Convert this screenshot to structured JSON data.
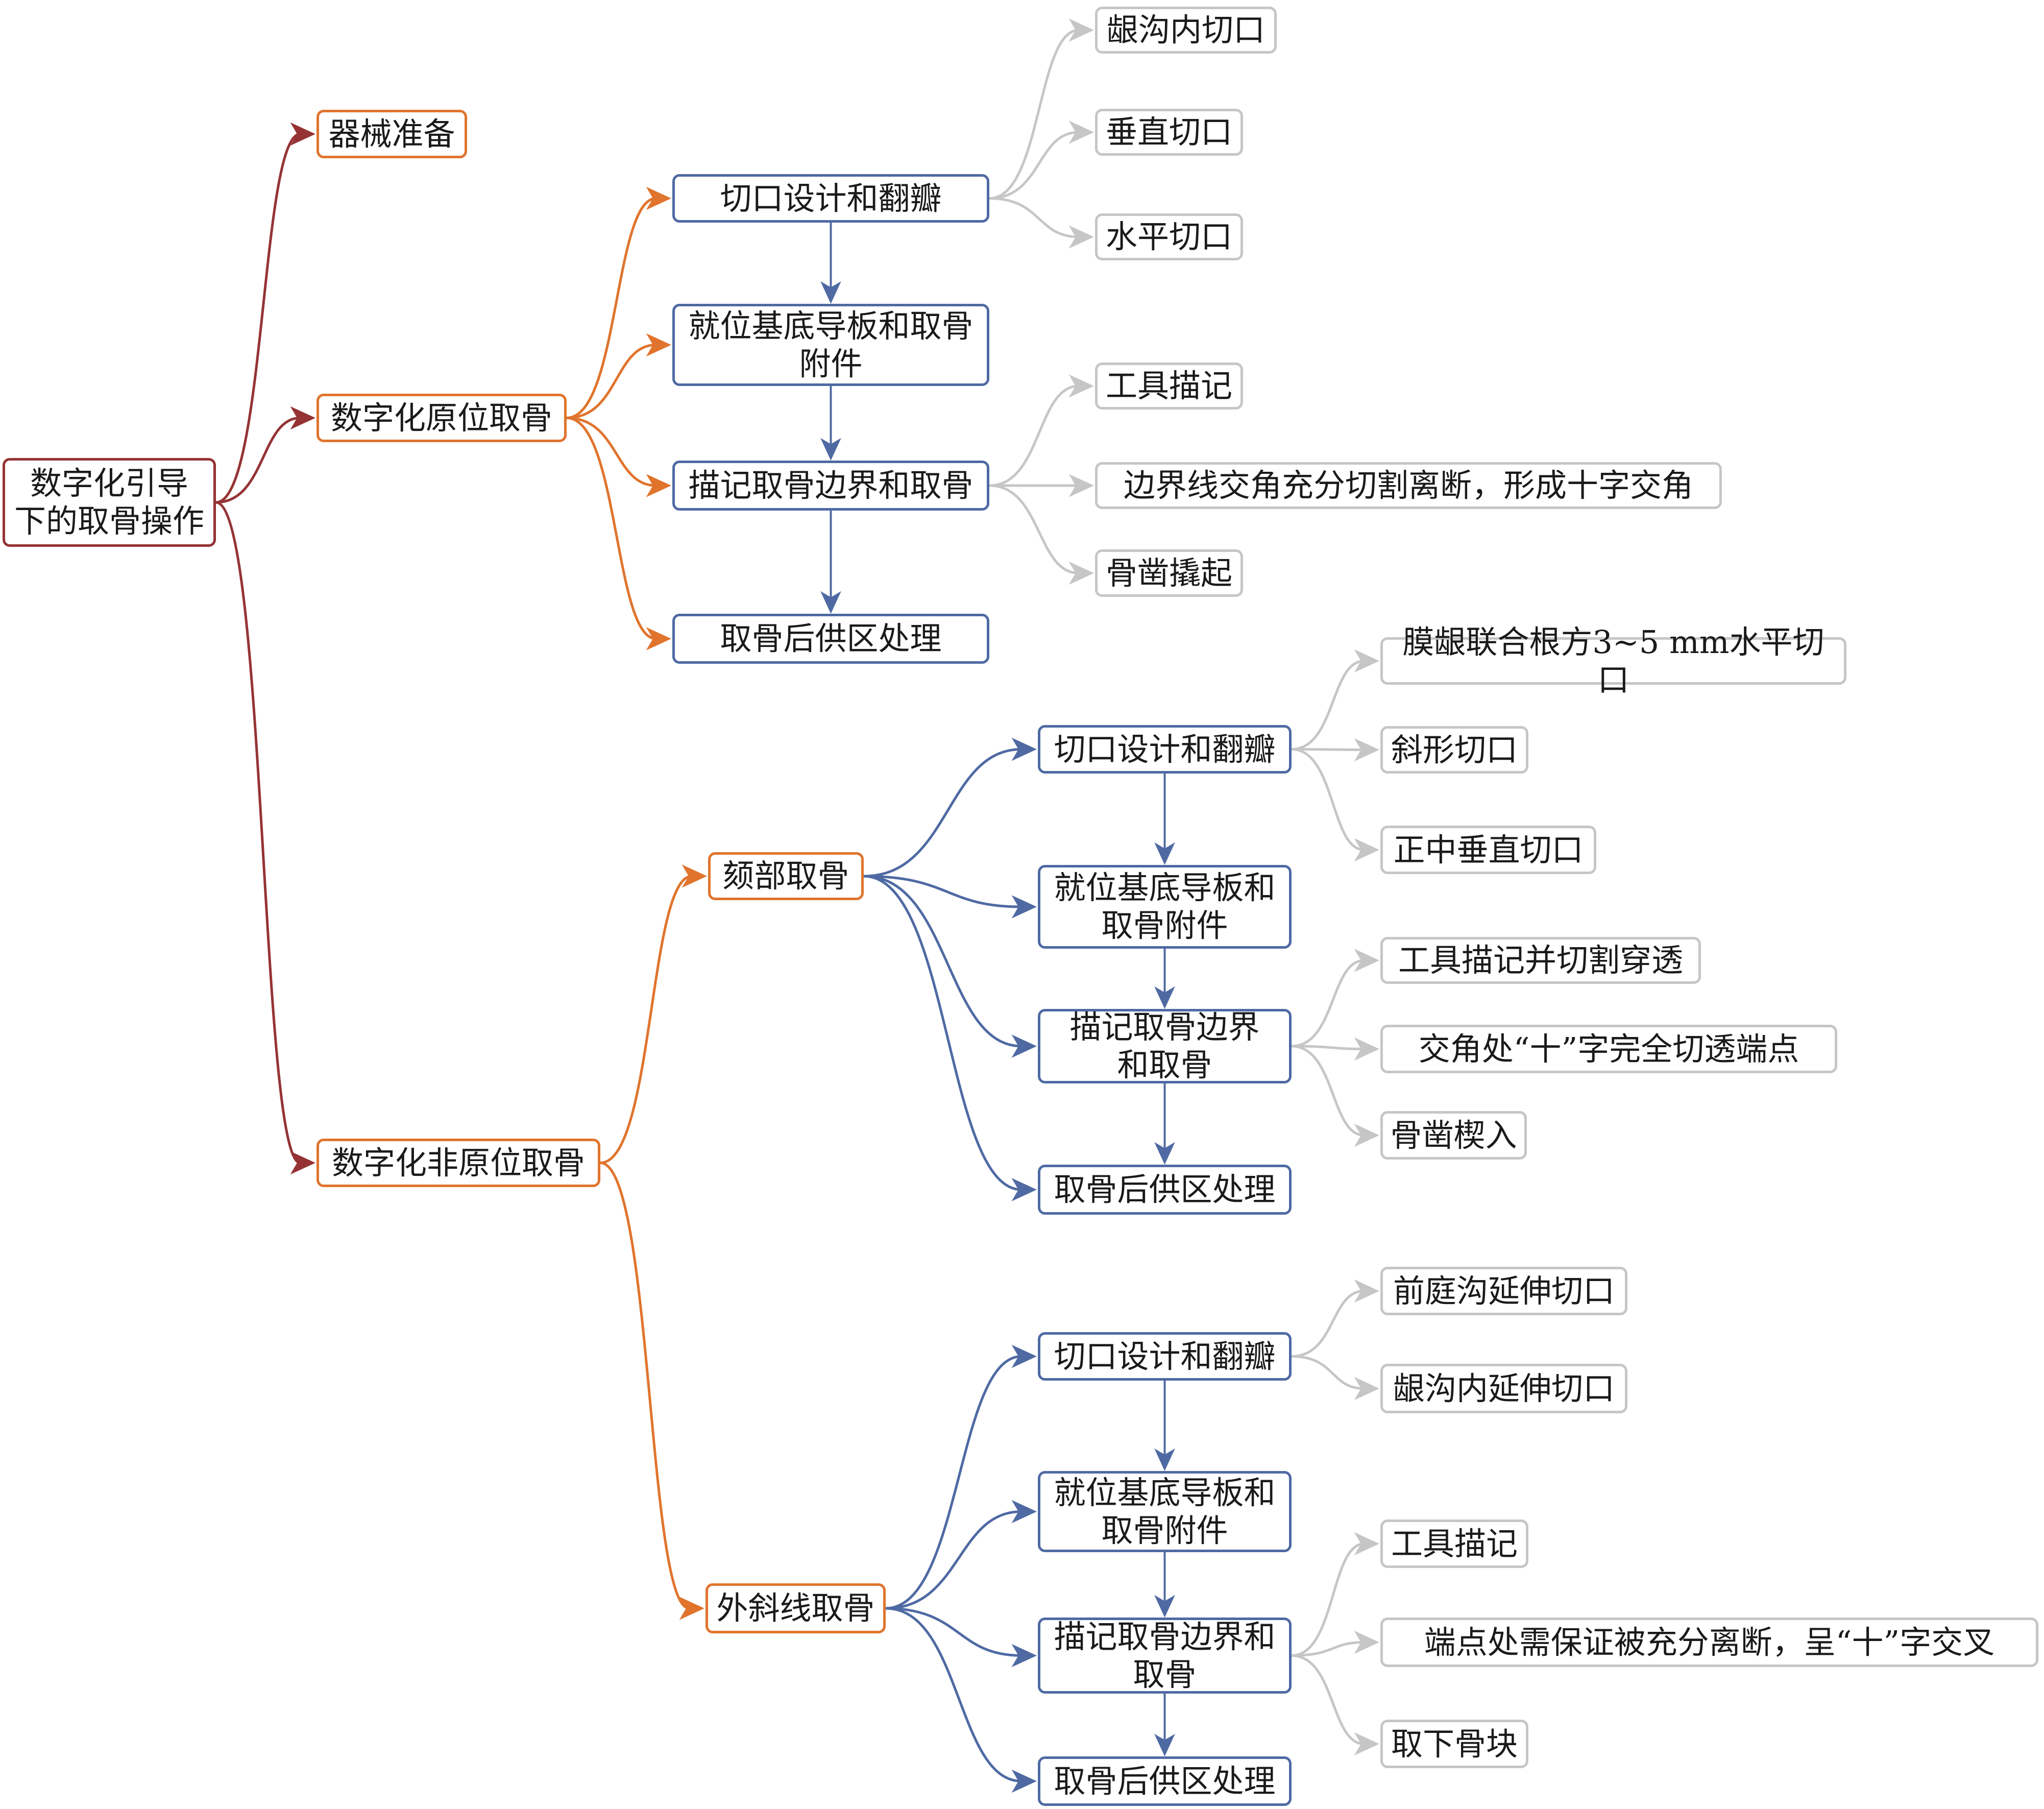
{
  "colors": {
    "root": "#953334",
    "level1": "#e0742d",
    "level2": "#4f6aa3",
    "leaf": "#c6c6c6"
  },
  "root": {
    "label": "数字化引导\n下的取骨操作"
  },
  "branches": {
    "instruments": {
      "label": "器械准备"
    },
    "in_situ": {
      "label": "数字化原位取骨",
      "steps": [
        {
          "label": "切口设计和翻瓣",
          "details": [
            "龈沟内切口",
            "垂直切口",
            "水平切口"
          ]
        },
        {
          "label": "就位基底导板和取骨\n附件",
          "details": []
        },
        {
          "label": "描记取骨边界和取骨",
          "details": [
            "工具描记",
            "边界线交角充分切割离断，形成十字交角",
            "骨凿撬起"
          ]
        },
        {
          "label": "取骨后供区处理",
          "details": []
        }
      ]
    },
    "ex_situ": {
      "label": "数字化非原位取骨",
      "chin": {
        "label": "颏部取骨",
        "steps": [
          {
            "label": "切口设计和翻瓣",
            "details": [
              "膜龈联合根方3~5 mm水平切口",
              "斜形切口",
              "正中垂直切口"
            ]
          },
          {
            "label": "就位基底导板和\n取骨附件",
            "details": []
          },
          {
            "label": "描记取骨边界\n和取骨",
            "details": [
              "工具描记并切割穿透",
              "交角处“十”字完全切透端点",
              "骨凿楔入"
            ]
          },
          {
            "label": "取骨后供区处理",
            "details": []
          }
        ]
      },
      "oblique": {
        "label": "外斜线取骨",
        "steps": [
          {
            "label": "切口设计和翻瓣",
            "details": [
              "前庭沟延伸切口",
              "龈沟内延伸切口"
            ]
          },
          {
            "label": "就位基底导板和\n取骨附件",
            "details": []
          },
          {
            "label": "描记取骨边界和\n取骨",
            "details": [
              "工具描记",
              "端点处需保证被充分离断，呈“十”字交叉",
              "取下骨块"
            ]
          },
          {
            "label": "取骨后供区处理",
            "details": []
          }
        ]
      }
    }
  }
}
